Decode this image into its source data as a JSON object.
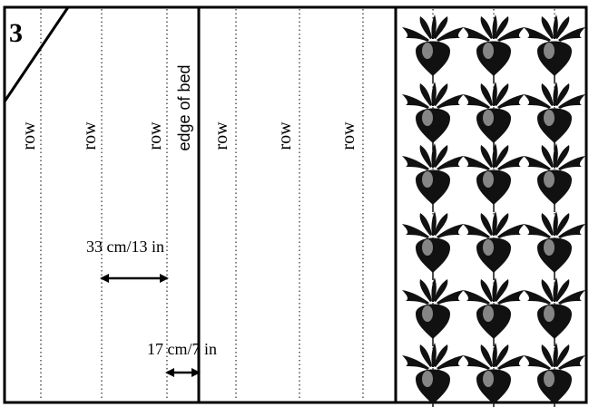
{
  "diagram": {
    "plan_number": "3",
    "row_label": "row",
    "bed_edge_label": "edge of bed",
    "row_spacing_label": "33 cm/13 in",
    "edge_spacing_label": "17 cm/7 in",
    "plant_grid": {
      "columns": 3,
      "rows": 6
    },
    "plant_icon": "beet-icon",
    "colors": {
      "line": "#000000",
      "background": "#ffffff",
      "plant_dark": "#111111",
      "plant_highlight": "#9a9a9a"
    }
  }
}
